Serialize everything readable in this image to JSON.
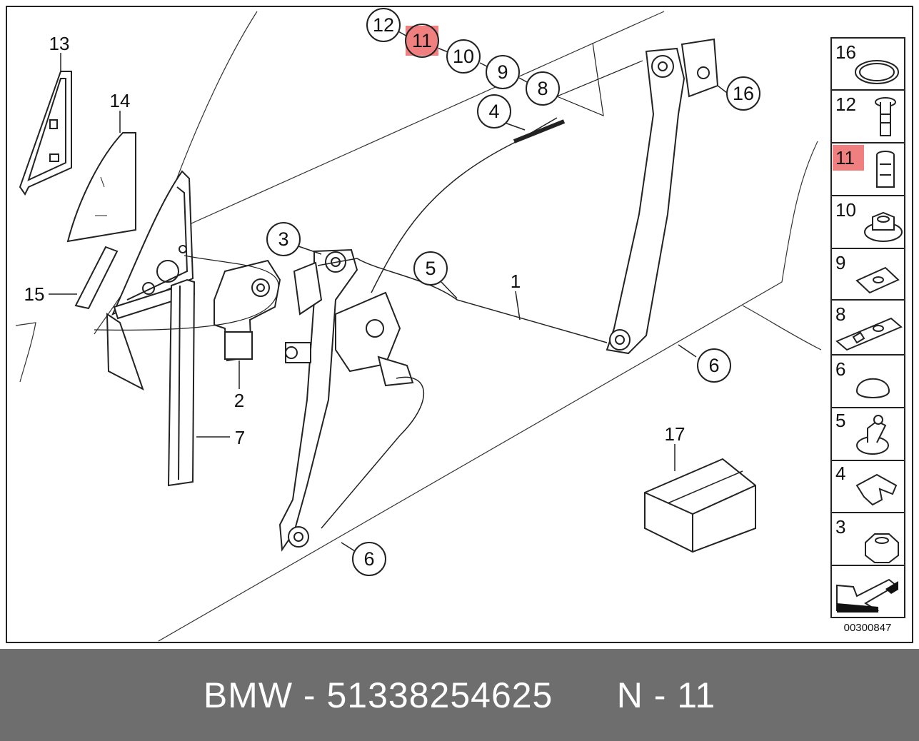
{
  "diagram": {
    "callouts": [
      {
        "id": "c12",
        "text": "12",
        "highlighted": false
      },
      {
        "id": "c11",
        "text": "11",
        "highlighted": true
      },
      {
        "id": "c10",
        "text": "10",
        "highlighted": false
      },
      {
        "id": "c9",
        "text": "9",
        "highlighted": false
      },
      {
        "id": "c8",
        "text": "8",
        "highlighted": false
      },
      {
        "id": "c4",
        "text": "4",
        "highlighted": false
      },
      {
        "id": "c16",
        "text": "16",
        "highlighted": false
      },
      {
        "id": "c3",
        "text": "3",
        "highlighted": false
      },
      {
        "id": "c5",
        "text": "5",
        "highlighted": false
      },
      {
        "id": "c6a",
        "text": "6",
        "highlighted": false
      },
      {
        "id": "c6b",
        "text": "6",
        "highlighted": false
      }
    ],
    "labels": {
      "l13": "13",
      "l14": "14",
      "l15": "15",
      "l1": "1",
      "l2": "2",
      "l7": "7",
      "l17": "17"
    },
    "side_panel": {
      "items": [
        {
          "number": "16",
          "highlighted": false,
          "icon": "o-ring-icon"
        },
        {
          "number": "12",
          "highlighted": false,
          "icon": "bolt-icon"
        },
        {
          "number": "11",
          "highlighted": true,
          "icon": "threaded-sleeve-icon"
        },
        {
          "number": "10",
          "highlighted": false,
          "icon": "flange-nut-icon"
        },
        {
          "number": "9",
          "highlighted": false,
          "icon": "plate-icon"
        },
        {
          "number": "8",
          "highlighted": false,
          "icon": "bracket-plate-icon"
        },
        {
          "number": "6",
          "highlighted": false,
          "icon": "plug-cap-icon"
        },
        {
          "number": "5",
          "highlighted": false,
          "icon": "cable-clip-icon"
        },
        {
          "number": "4",
          "highlighted": false,
          "icon": "spring-clip-icon"
        },
        {
          "number": "3",
          "highlighted": false,
          "icon": "hex-nut-icon"
        }
      ],
      "arrow_icon": "back-arrow-icon"
    },
    "diagram_code": "00300847"
  },
  "footer": {
    "brand": "BMW",
    "separator": "-",
    "part_number": "51338254625",
    "position_label": "N - 11"
  },
  "colors": {
    "highlight": "#f08080",
    "line": "#222222",
    "footer_bg": "#6e6e6e",
    "footer_text": "#ffffff"
  }
}
